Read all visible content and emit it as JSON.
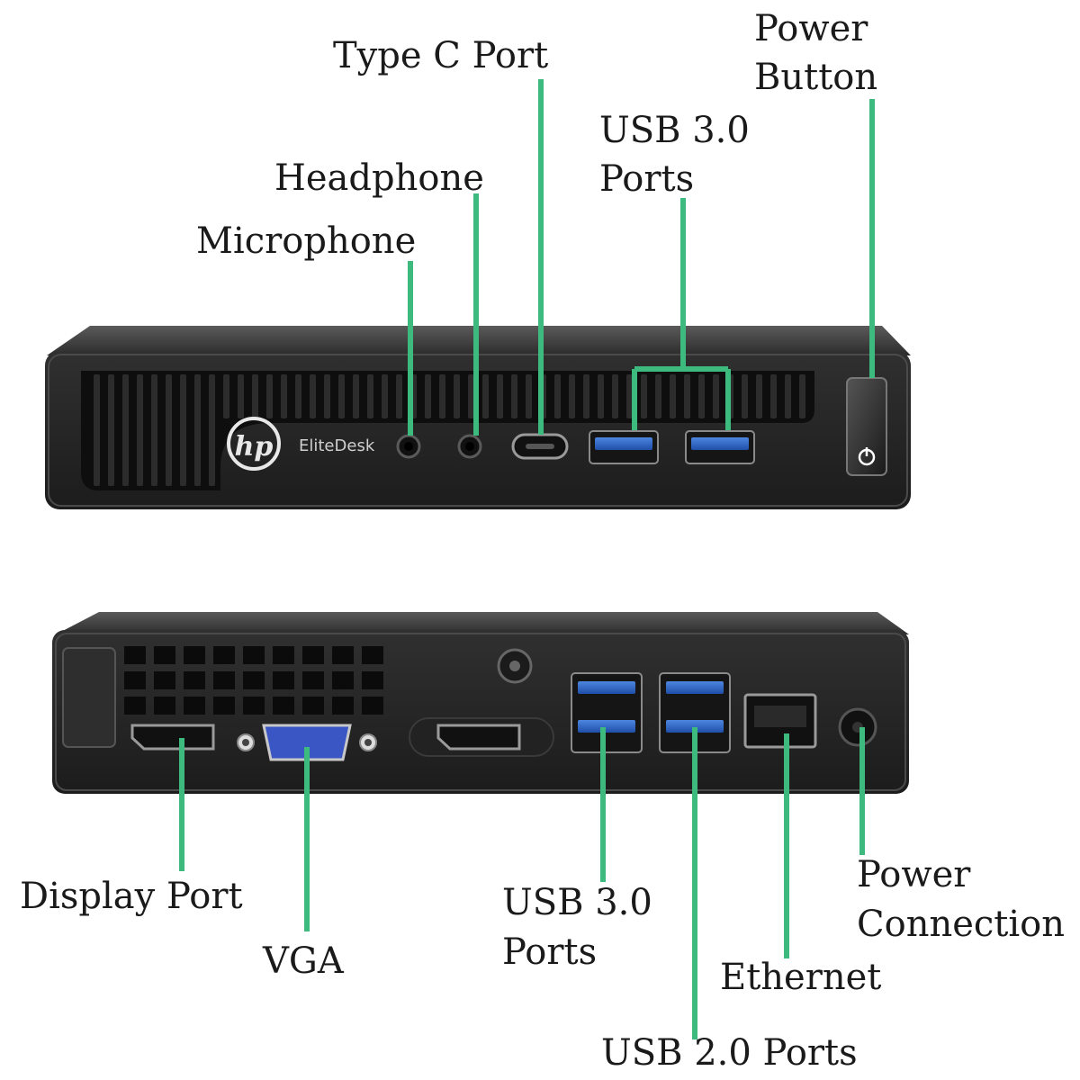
{
  "diagram": {
    "front_view": {
      "brand_logo": "hp",
      "model_name": "EliteDesk",
      "labels": {
        "type_c": "Type C Port",
        "power_button": [
          "Power",
          "Button"
        ],
        "usb30_front": [
          "USB 3.0",
          "Ports"
        ],
        "headphone": "Headphone",
        "microphone": "Microphone"
      }
    },
    "rear_view": {
      "labels": {
        "display_port": "Display Port",
        "vga": "VGA",
        "usb30_rear": [
          "USB 3.0",
          "Ports"
        ],
        "power_connection": [
          "Power",
          "Connection"
        ],
        "ethernet": "Ethernet",
        "usb20": "USB 2.0 Ports"
      }
    },
    "colors": {
      "leader_line": "#3dbb7f",
      "chassis": "#222222",
      "usb3_blue": "#2f66c8",
      "vga_blue": "#3a56c4"
    }
  }
}
